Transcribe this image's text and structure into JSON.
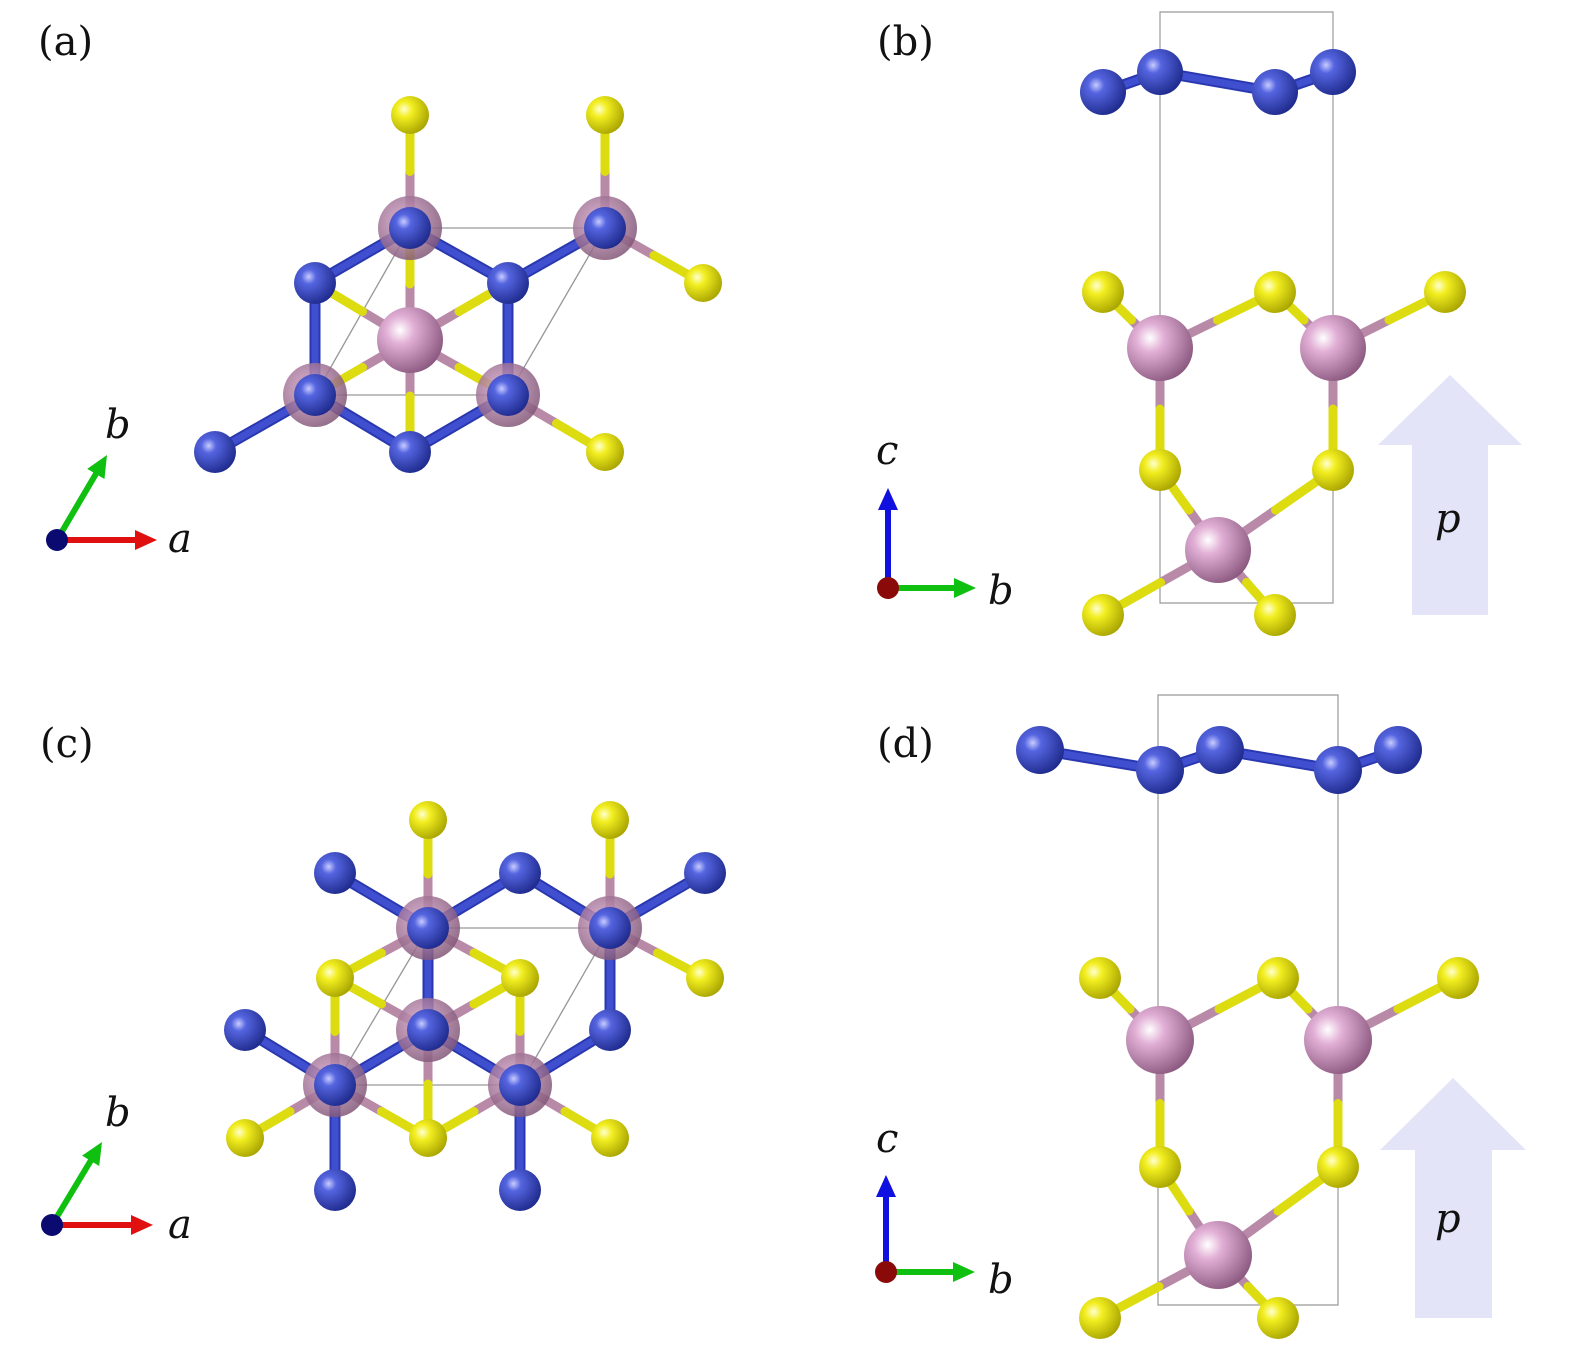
{
  "panels": [
    {
      "label": "(a)",
      "axes": [
        "b",
        "a"
      ]
    },
    {
      "label": "(b)",
      "axes": [
        "c",
        "b"
      ],
      "polarization": "p"
    },
    {
      "label": "(c)",
      "axes": [
        "b",
        "a"
      ]
    },
    {
      "label": "(d)",
      "axes": [
        "c",
        "b"
      ],
      "polarization": "p"
    }
  ],
  "colors": {
    "blue_atom": "#3f4fd0",
    "pink_atom": "#c98fb8",
    "yellow_atom": "#e6e21a",
    "arrow_fill": "#e4e4f8",
    "axis_a": "#e01010",
    "axis_b": "#10c010",
    "axis_c": "#1010e0"
  }
}
